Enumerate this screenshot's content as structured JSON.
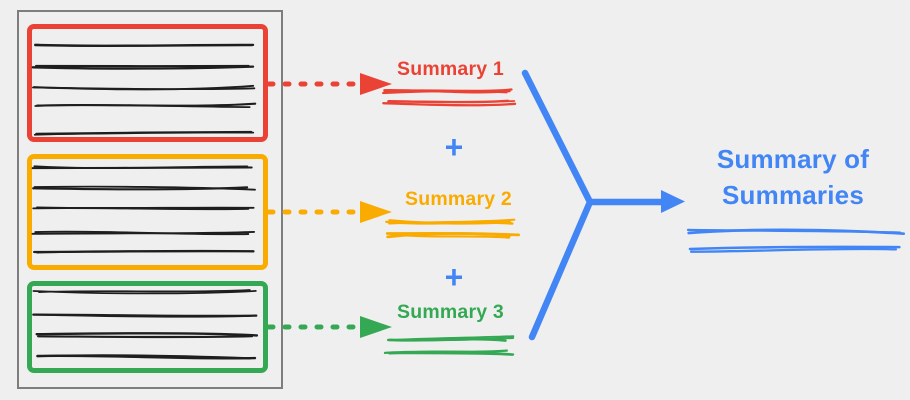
{
  "colors": {
    "red": "#EA4335",
    "orange": "#F9AB00",
    "green": "#34A853",
    "blue": "#4285F4",
    "ink": "#1E1E1E",
    "document_border": "#7E7E7E",
    "background": "#F0EFEF"
  },
  "document": {
    "sections": [
      {
        "name": "section-1",
        "color": "red",
        "text_line_count": 5
      },
      {
        "name": "section-2",
        "color": "orange",
        "text_line_count": 5
      },
      {
        "name": "section-3",
        "color": "green",
        "text_line_count": 4
      }
    ]
  },
  "flow": {
    "plus_sign": "+",
    "summaries": [
      {
        "label": "Summary 1",
        "color": "red"
      },
      {
        "label": "Summary 2",
        "color": "orange"
      },
      {
        "label": "Summary 3",
        "color": "green"
      }
    ],
    "result": {
      "label": "Summary of Summaries",
      "color": "blue"
    }
  }
}
